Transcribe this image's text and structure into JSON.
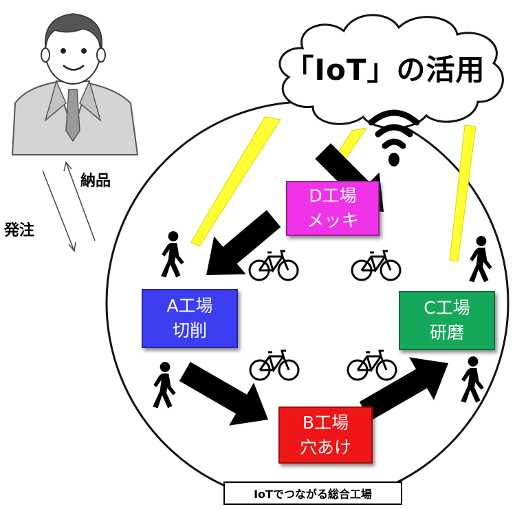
{
  "cloud": {
    "title": "「IoT」の活用",
    "icon": "wifi-icon"
  },
  "customer": {
    "icon": "businessman-icon",
    "order_label": "発注",
    "delivery_label": "納品"
  },
  "factories": {
    "d": {
      "line1": "D工場",
      "line2": "メッキ",
      "color": "#f033e8"
    },
    "a": {
      "line1": "A工場",
      "line2": "切削",
      "color": "#3d3df2"
    },
    "c": {
      "line1": "C工場",
      "line2": "研磨",
      "color": "#16a85a"
    },
    "b": {
      "line1": "B工場",
      "line2": "穴あけ",
      "color": "#ee1616"
    }
  },
  "caption": "IoTでつながる総合工場",
  "colors": {
    "signal_beam": "#ffff33",
    "flow_arrow": "#000000"
  },
  "icons": [
    "walking-person-icon",
    "bicycle-icon",
    "wifi-icon",
    "businessman-icon"
  ]
}
